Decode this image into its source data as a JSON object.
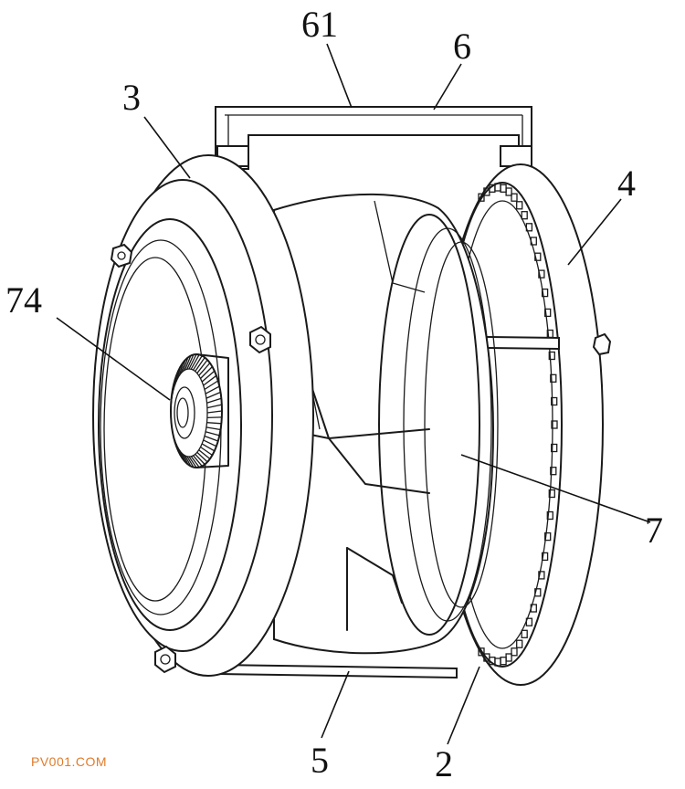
{
  "labels": {
    "l61": "61",
    "l6": "6",
    "l3": "3",
    "l4": "4",
    "l74": "74",
    "l7": "7",
    "l5": "5",
    "l2": "2"
  },
  "watermark": "PV001.COM"
}
